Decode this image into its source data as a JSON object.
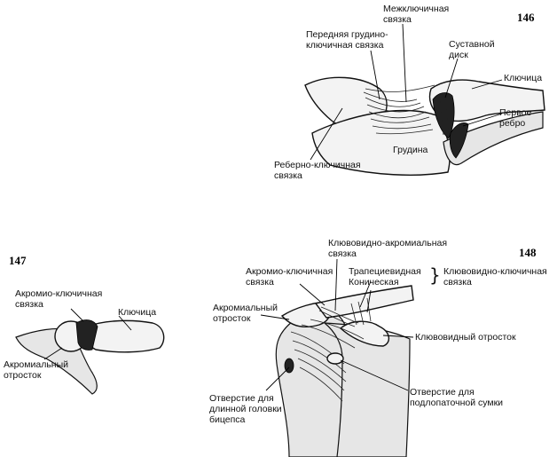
{
  "figures": {
    "fig146": {
      "number": "146",
      "labels": {
        "interclavicular": "Межключичная\nсвязка",
        "ant_sternoclav": "Передняя грудино-\nключичная связка",
        "disc": "Суставной\nдиск",
        "clavicle": "Ключица",
        "first_rib": "Первое\nребро",
        "sternum": "Грудина",
        "costoclavicular": "Реберно-ключичная\nсвязка"
      }
    },
    "fig147": {
      "number": "147",
      "labels": {
        "acromioclav": "Акромио-ключичная\nсвязка",
        "clavicle": "Ключица",
        "acromion": "Акромиальный\nотросток"
      }
    },
    "fig148": {
      "number": "148",
      "labels": {
        "coracoacromial": "Клювовидно-акромиальная\nсвязка",
        "acromioclav": "Акромио-ключичная\nсвязка",
        "trapezoid": "Трапециевидная",
        "conoid": "Коническая",
        "coracoclav": "Клювовидно-ключичная\nсвязка",
        "acromion": "Акромиальный\nотросток",
        "coracoid": "Клювовидный отросток",
        "biceps_opening": "Отверстие для\nдлинной головки\nбицепса",
        "subscap_opening": "Отверстие для\nподлопаточной сумки"
      }
    }
  }
}
